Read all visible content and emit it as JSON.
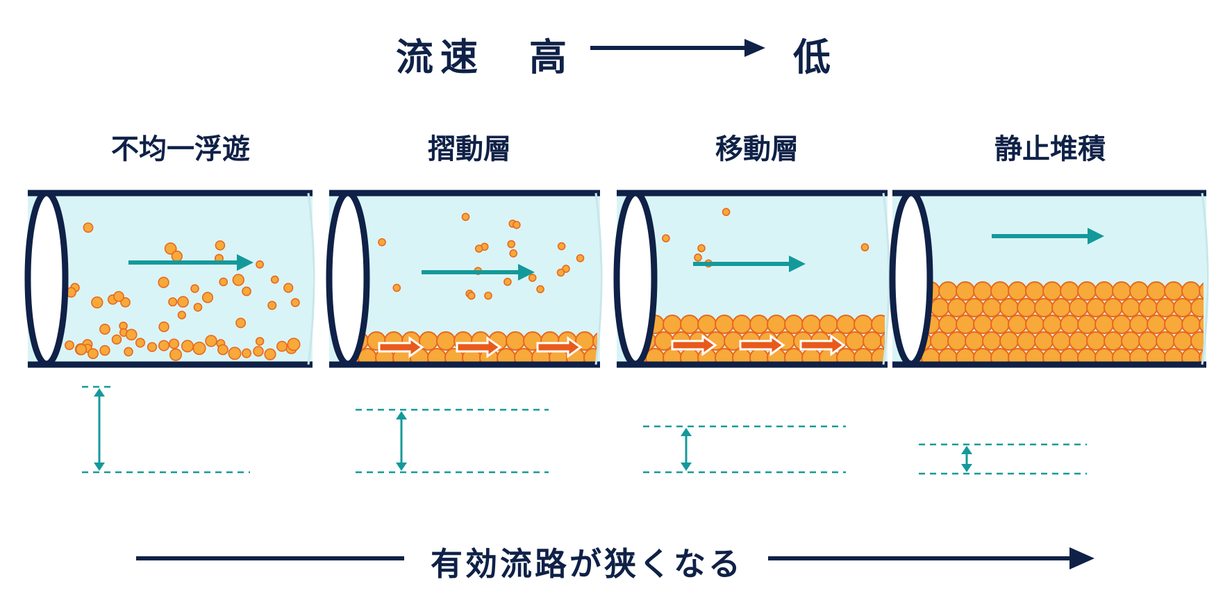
{
  "header": {
    "velocity_label": "流速　高",
    "velocity_low": "低"
  },
  "stages": [
    {
      "label": "不均一浮遊"
    },
    {
      "label": "摺動層"
    },
    {
      "label": "移動層"
    },
    {
      "label": "静止堆積"
    }
  ],
  "footer": {
    "label": "有効流路が狭くなる"
  },
  "colors": {
    "navy": "#0f2147",
    "pipe_fill": "#d9f4f6",
    "particle": "#f7a93a",
    "particle_edge": "#e8681e",
    "flow_arrow": "#14999b",
    "slide_arrow": "#e85a1c"
  }
}
